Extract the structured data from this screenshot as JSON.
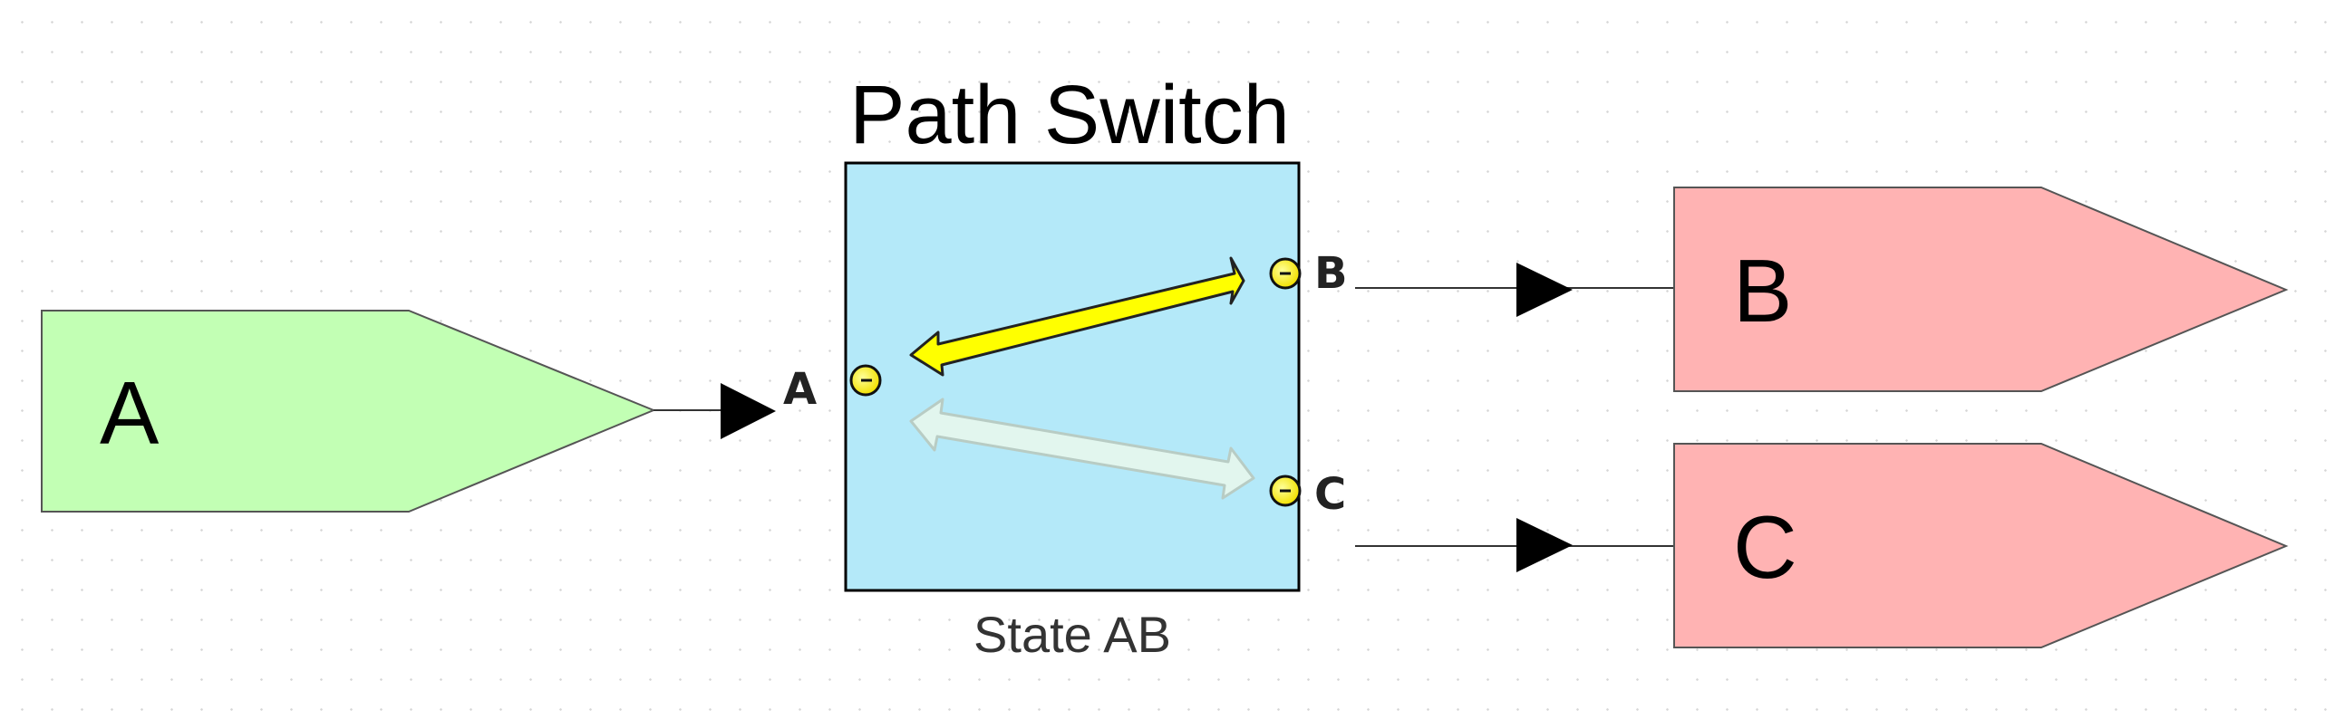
{
  "diagram": {
    "title": "Path Switch",
    "state_label": "State AB",
    "source": {
      "label": "A",
      "color": "#c2ffb4"
    },
    "targets": [
      {
        "label": "B",
        "color": "#ffb3b3"
      },
      {
        "label": "C",
        "color": "#ffb3b3"
      }
    ],
    "switch": {
      "fill": "#b4e9f9",
      "ports": [
        "A",
        "B",
        "C"
      ],
      "active_path": [
        "A",
        "B"
      ],
      "active_color": "#ffff00",
      "inactive_color": "#e2f6ee"
    }
  }
}
